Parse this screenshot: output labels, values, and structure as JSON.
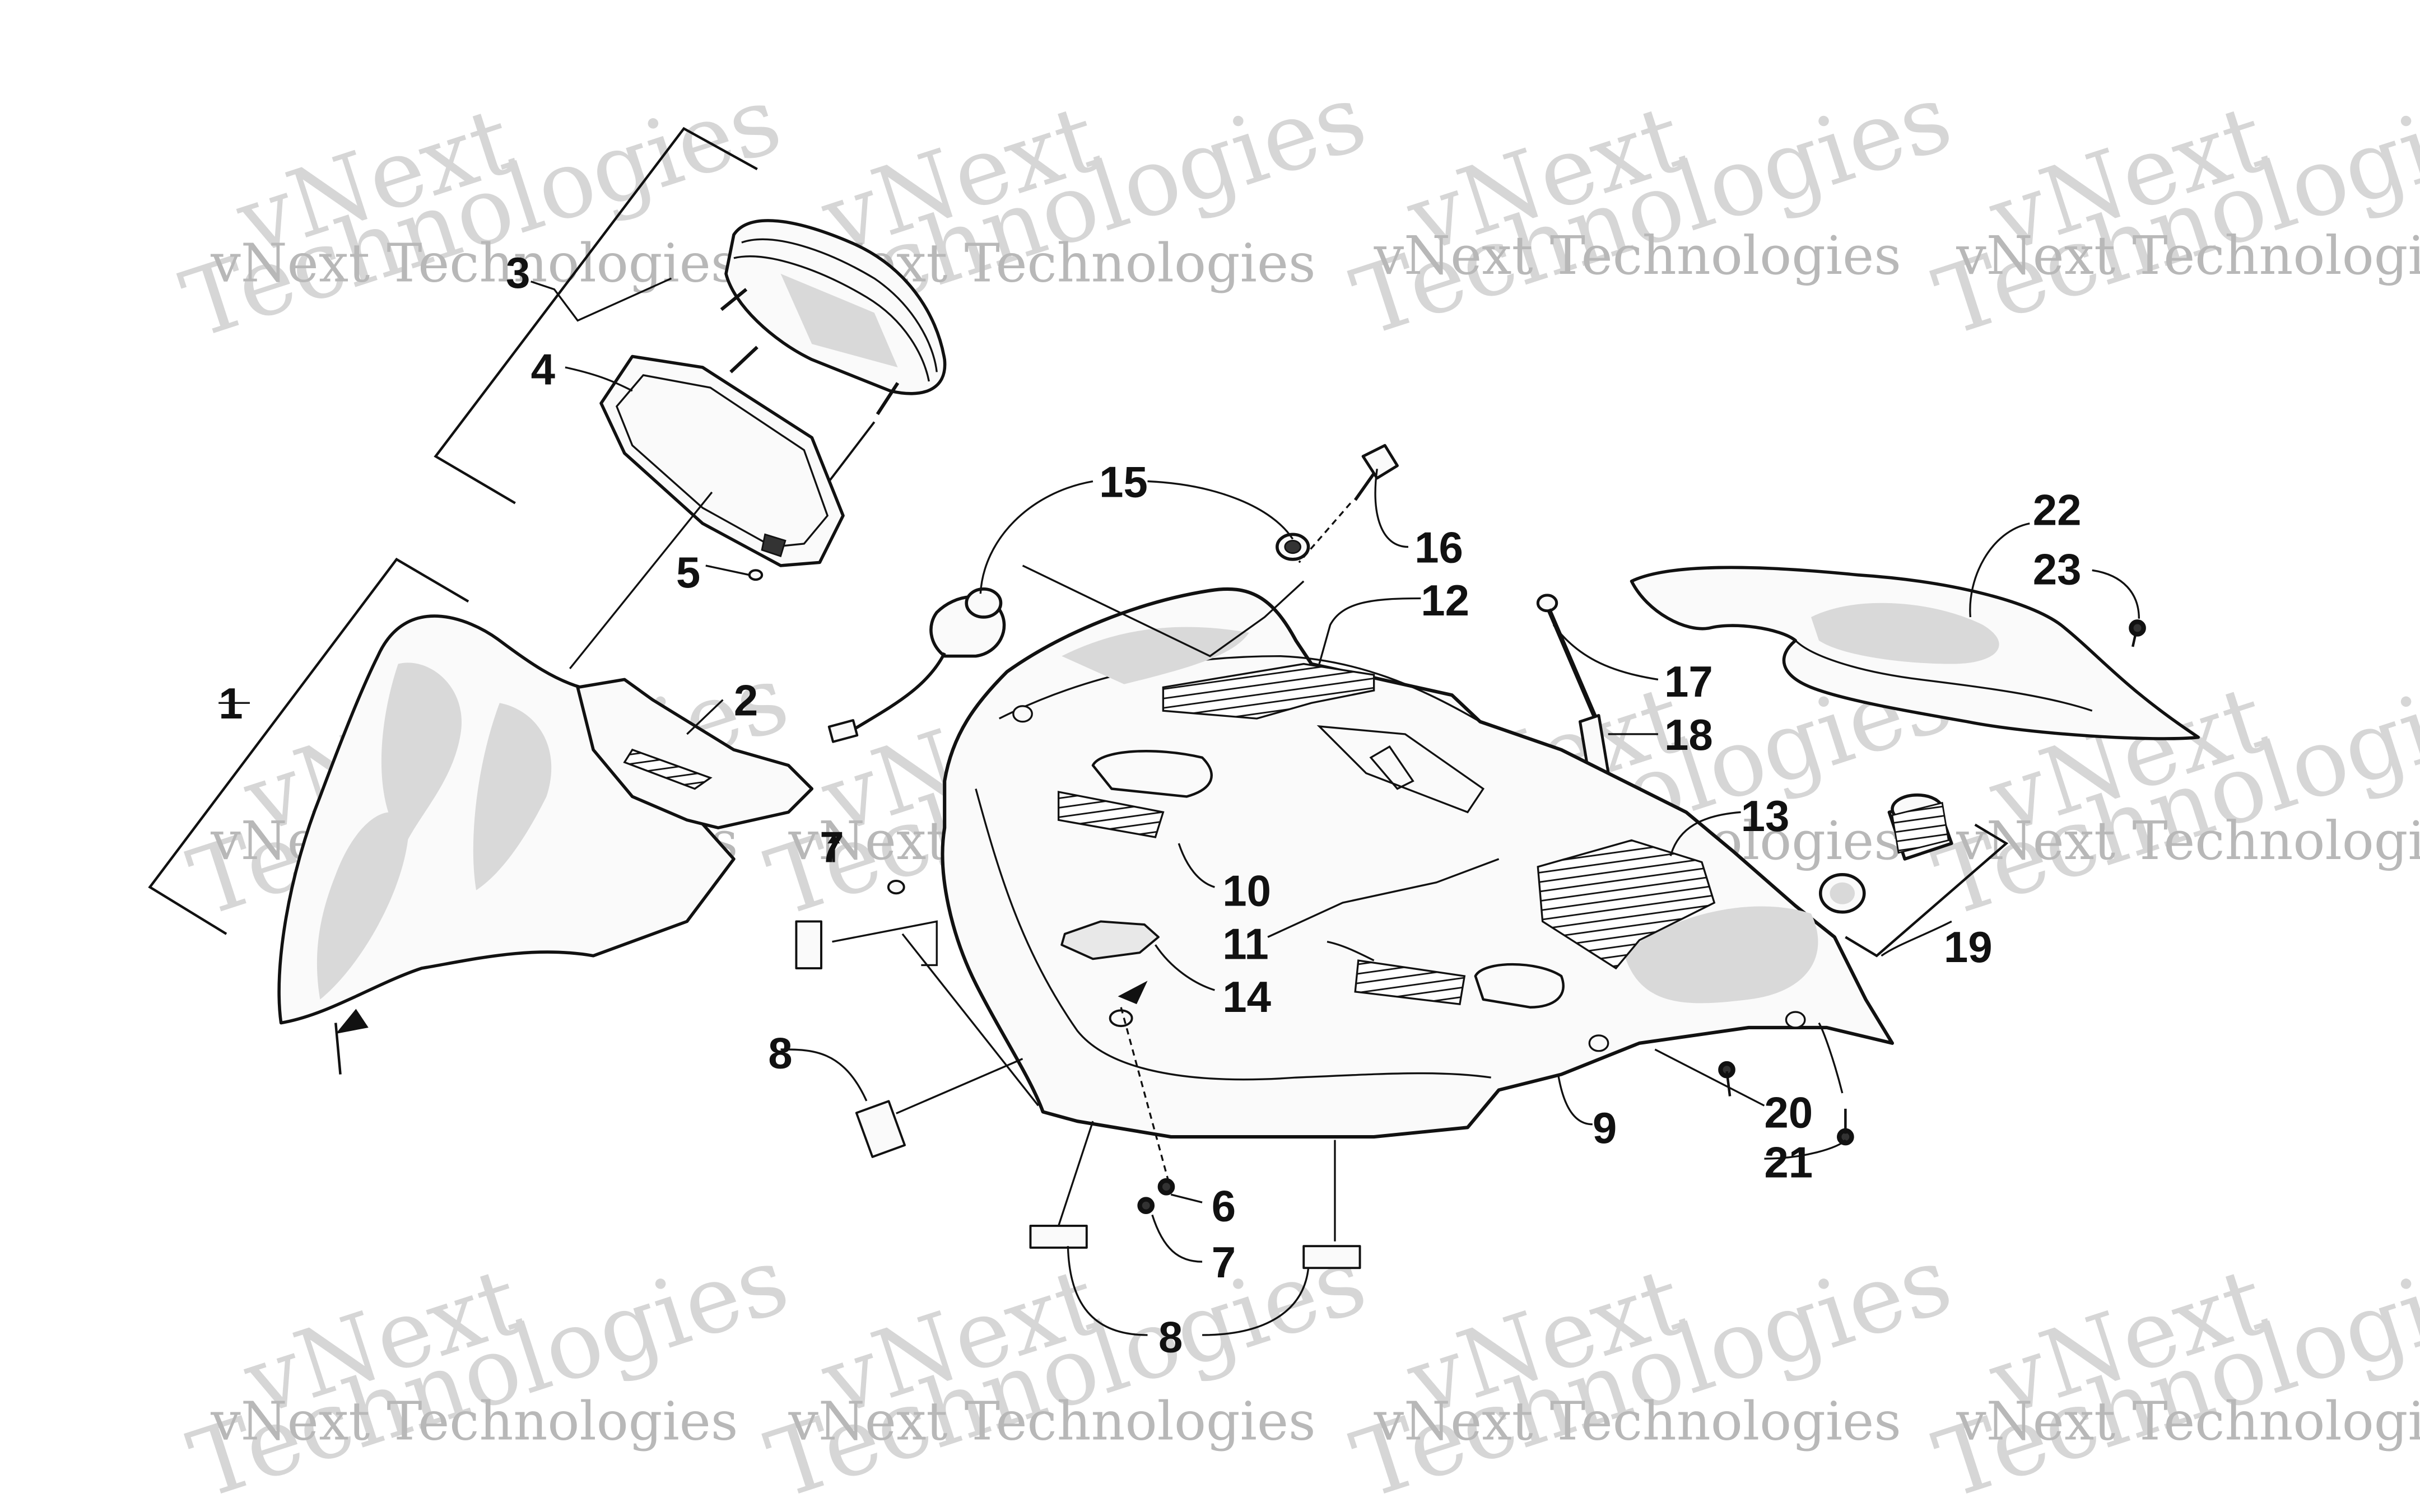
{
  "diagram": {
    "callouts": [
      {
        "id": "c1",
        "text": "1"
      },
      {
        "id": "c2",
        "text": "2"
      },
      {
        "id": "c3",
        "text": "3"
      },
      {
        "id": "c4",
        "text": "4"
      },
      {
        "id": "c5",
        "text": "5"
      },
      {
        "id": "c6",
        "text": "6"
      },
      {
        "id": "c7a",
        "text": "7"
      },
      {
        "id": "c7b",
        "text": "7"
      },
      {
        "id": "c8a",
        "text": "8"
      },
      {
        "id": "c8b",
        "text": "8"
      },
      {
        "id": "c9",
        "text": "9"
      },
      {
        "id": "c10",
        "text": "10"
      },
      {
        "id": "c11",
        "text": "11"
      },
      {
        "id": "c12",
        "text": "12"
      },
      {
        "id": "c13",
        "text": "13"
      },
      {
        "id": "c14",
        "text": "14"
      },
      {
        "id": "c15",
        "text": "15"
      },
      {
        "id": "c16",
        "text": "16"
      },
      {
        "id": "c17",
        "text": "17"
      },
      {
        "id": "c18",
        "text": "18"
      },
      {
        "id": "c19",
        "text": "19"
      },
      {
        "id": "c20",
        "text": "20"
      },
      {
        "id": "c21",
        "text": "21"
      },
      {
        "id": "c22",
        "text": "22"
      },
      {
        "id": "c23",
        "text": "23"
      }
    ],
    "watermark": {
      "line1": "vNext Technologies",
      "line2": "Technologies",
      "line3": "vNext"
    }
  }
}
